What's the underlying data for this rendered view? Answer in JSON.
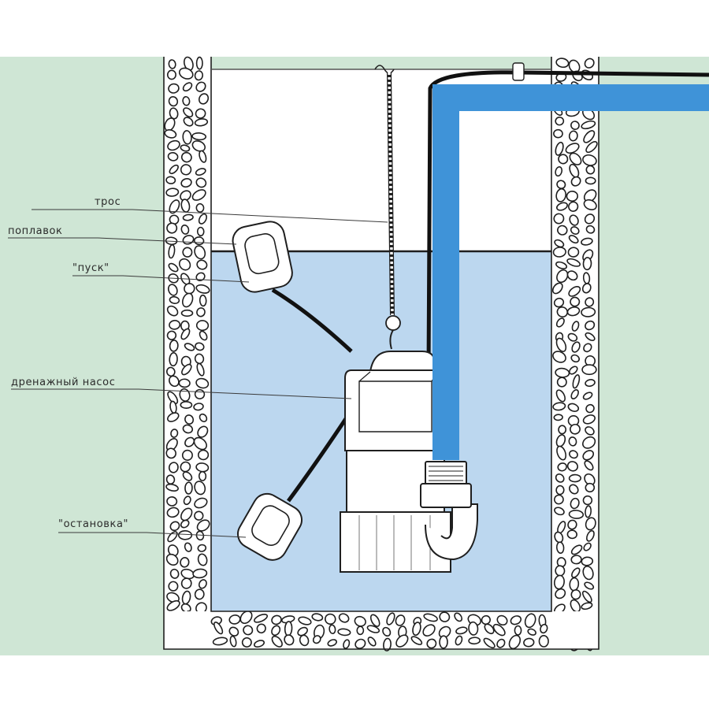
{
  "labels": {
    "tros": "трос",
    "poplavok": "поплавок",
    "pusk": "\"пуск\"",
    "pump": "дренажный  насос",
    "stop": "\"остановка\""
  },
  "colors": {
    "ground": "#cfe6d5",
    "water": "#bcd7ef",
    "air": "#ffffff",
    "hose": "#3f93d8",
    "cable": "#111111",
    "outline": "#1f1f1f"
  },
  "icons": [
    "float-switch-start-icon",
    "float-switch-stop-icon",
    "drainage-pump-icon",
    "discharge-hose-icon",
    "power-cable-icon",
    "rope-icon",
    "gravel-icon"
  ]
}
